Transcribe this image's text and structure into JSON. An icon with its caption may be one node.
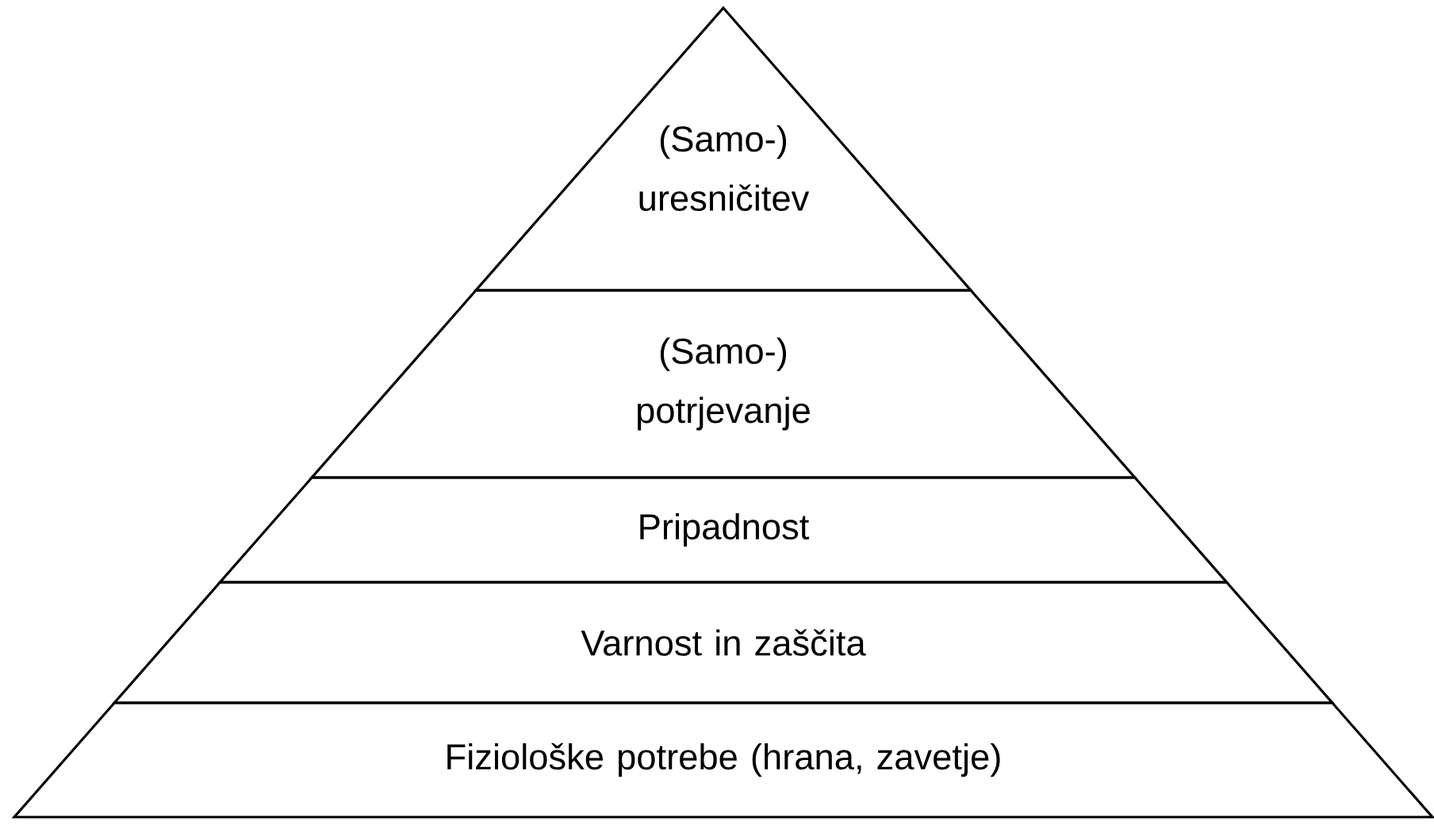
{
  "diagram": {
    "nodes": [
      {
        "text": [
          "(Samo-) uresničitev"
        ]
      },
      {
        "text": [
          "(Samo-) potrjevanje"
        ]
      },
      {
        "text": [
          "Pripadnost"
        ]
      },
      {
        "text": [
          "Varnost in zaščita"
        ]
      },
      {
        "text": [
          "Fiziološke potrebe (hrana, zavetje)"
        ]
      }
    ]
  }
}
